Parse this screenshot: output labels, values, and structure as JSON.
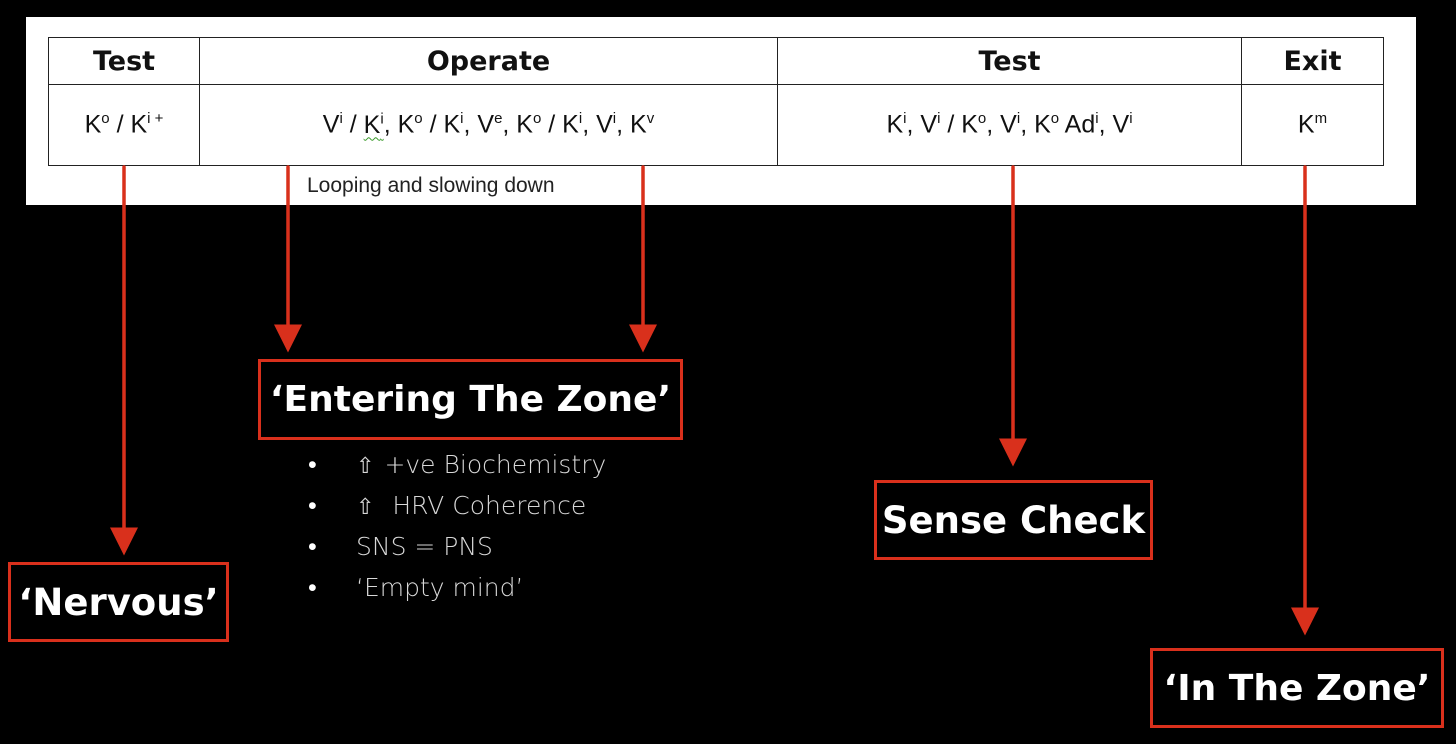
{
  "table": {
    "headers": [
      "Test",
      "Operate",
      "Test",
      "Exit"
    ],
    "cells": [
      [
        "K",
        "o",
        " / K",
        "i +"
      ],
      [
        "V",
        "i",
        " / ",
        "K",
        "i",
        ", K",
        "o",
        " / K",
        "i",
        ", V",
        "e",
        ", K",
        "o",
        " / K",
        "i",
        ", V",
        "i",
        ", K",
        "v"
      ],
      [
        "K",
        "i",
        ", V",
        "i",
        " / K",
        "o",
        ", V",
        "i",
        ", K",
        "o",
        " Ad",
        "i",
        ", V",
        "i"
      ],
      [
        "K",
        "m"
      ]
    ]
  },
  "loop_note": "Looping and slowing down",
  "states": {
    "nervous": "‘Nervous’",
    "entering": "‘Entering The Zone’",
    "sense_check": "Sense Check",
    "in_zone": "‘In The Zone’"
  },
  "bullets": [
    {
      "icon": "up-arrow-outline-icon",
      "glyph": "⇧",
      "text": "+ve Biochemistry"
    },
    {
      "icon": "up-arrow-outline-icon",
      "glyph": "⇧",
      "text": " HRV Coherence"
    },
    {
      "text": "SNS = PNS"
    },
    {
      "text": "‘Empty mind’"
    }
  ],
  "colors": {
    "background": "#000000",
    "accent": "#d9301c",
    "table_bg": "#ffffff",
    "text_light": "#d8d8d8"
  }
}
